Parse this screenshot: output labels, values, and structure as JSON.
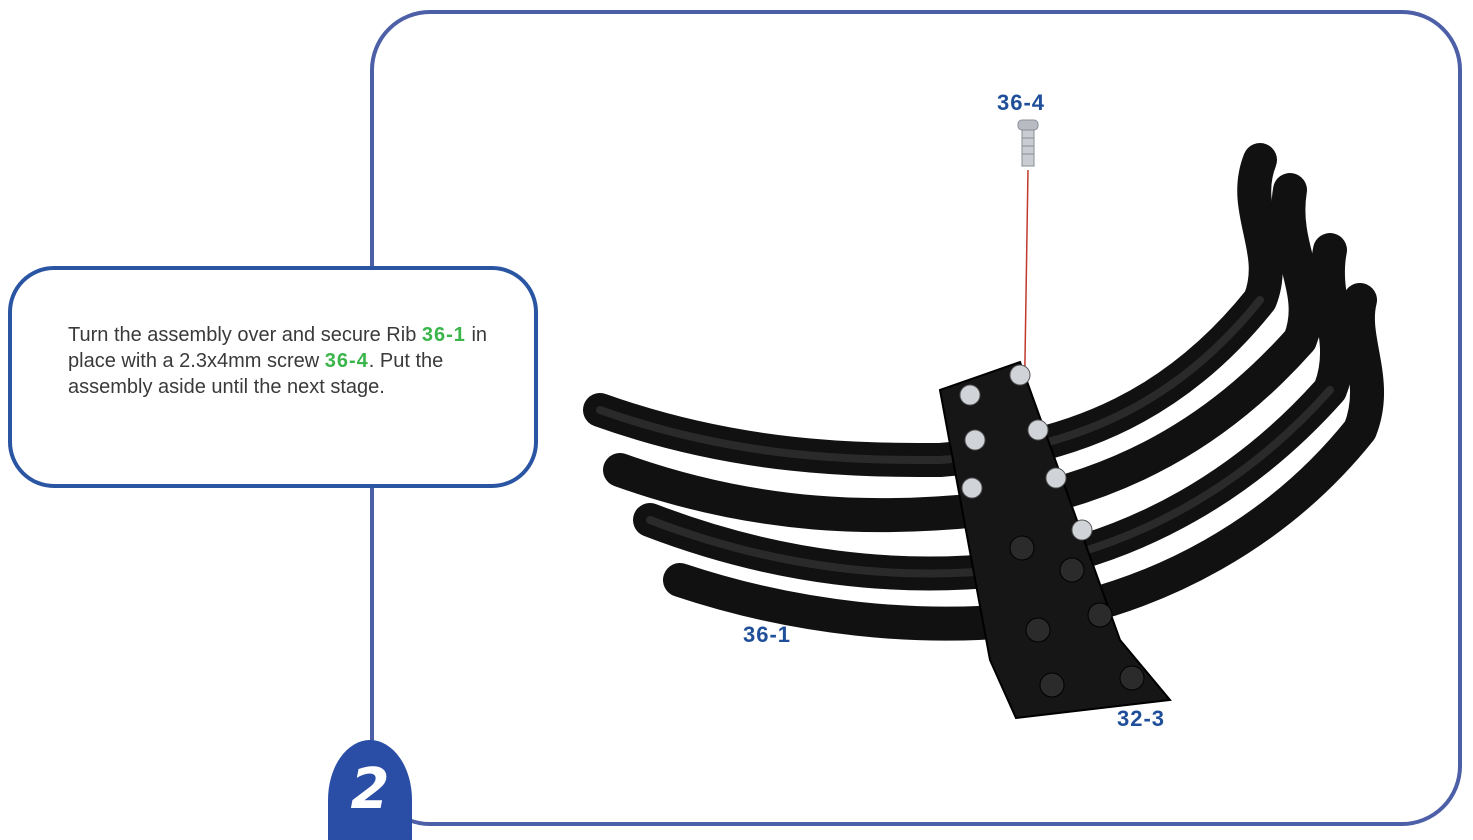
{
  "callout": {
    "text_1": "Turn the assembly over and secure Rib ",
    "part_a": "36-1",
    "text_2": " in place with a 2.3x4mm screw ",
    "part_b": "36-4",
    "text_3": ". Put the assembly aside until the next stage."
  },
  "labels": {
    "screw": "36-4",
    "rib": "36-1",
    "plate": "32-3"
  },
  "step": {
    "number": "2"
  },
  "colors": {
    "frame": "#4d5fa6",
    "callout_border": "#2a55a3",
    "part_ref": "#3ab54a",
    "label": "#1f4f99",
    "badge": "#2a4ea6"
  }
}
